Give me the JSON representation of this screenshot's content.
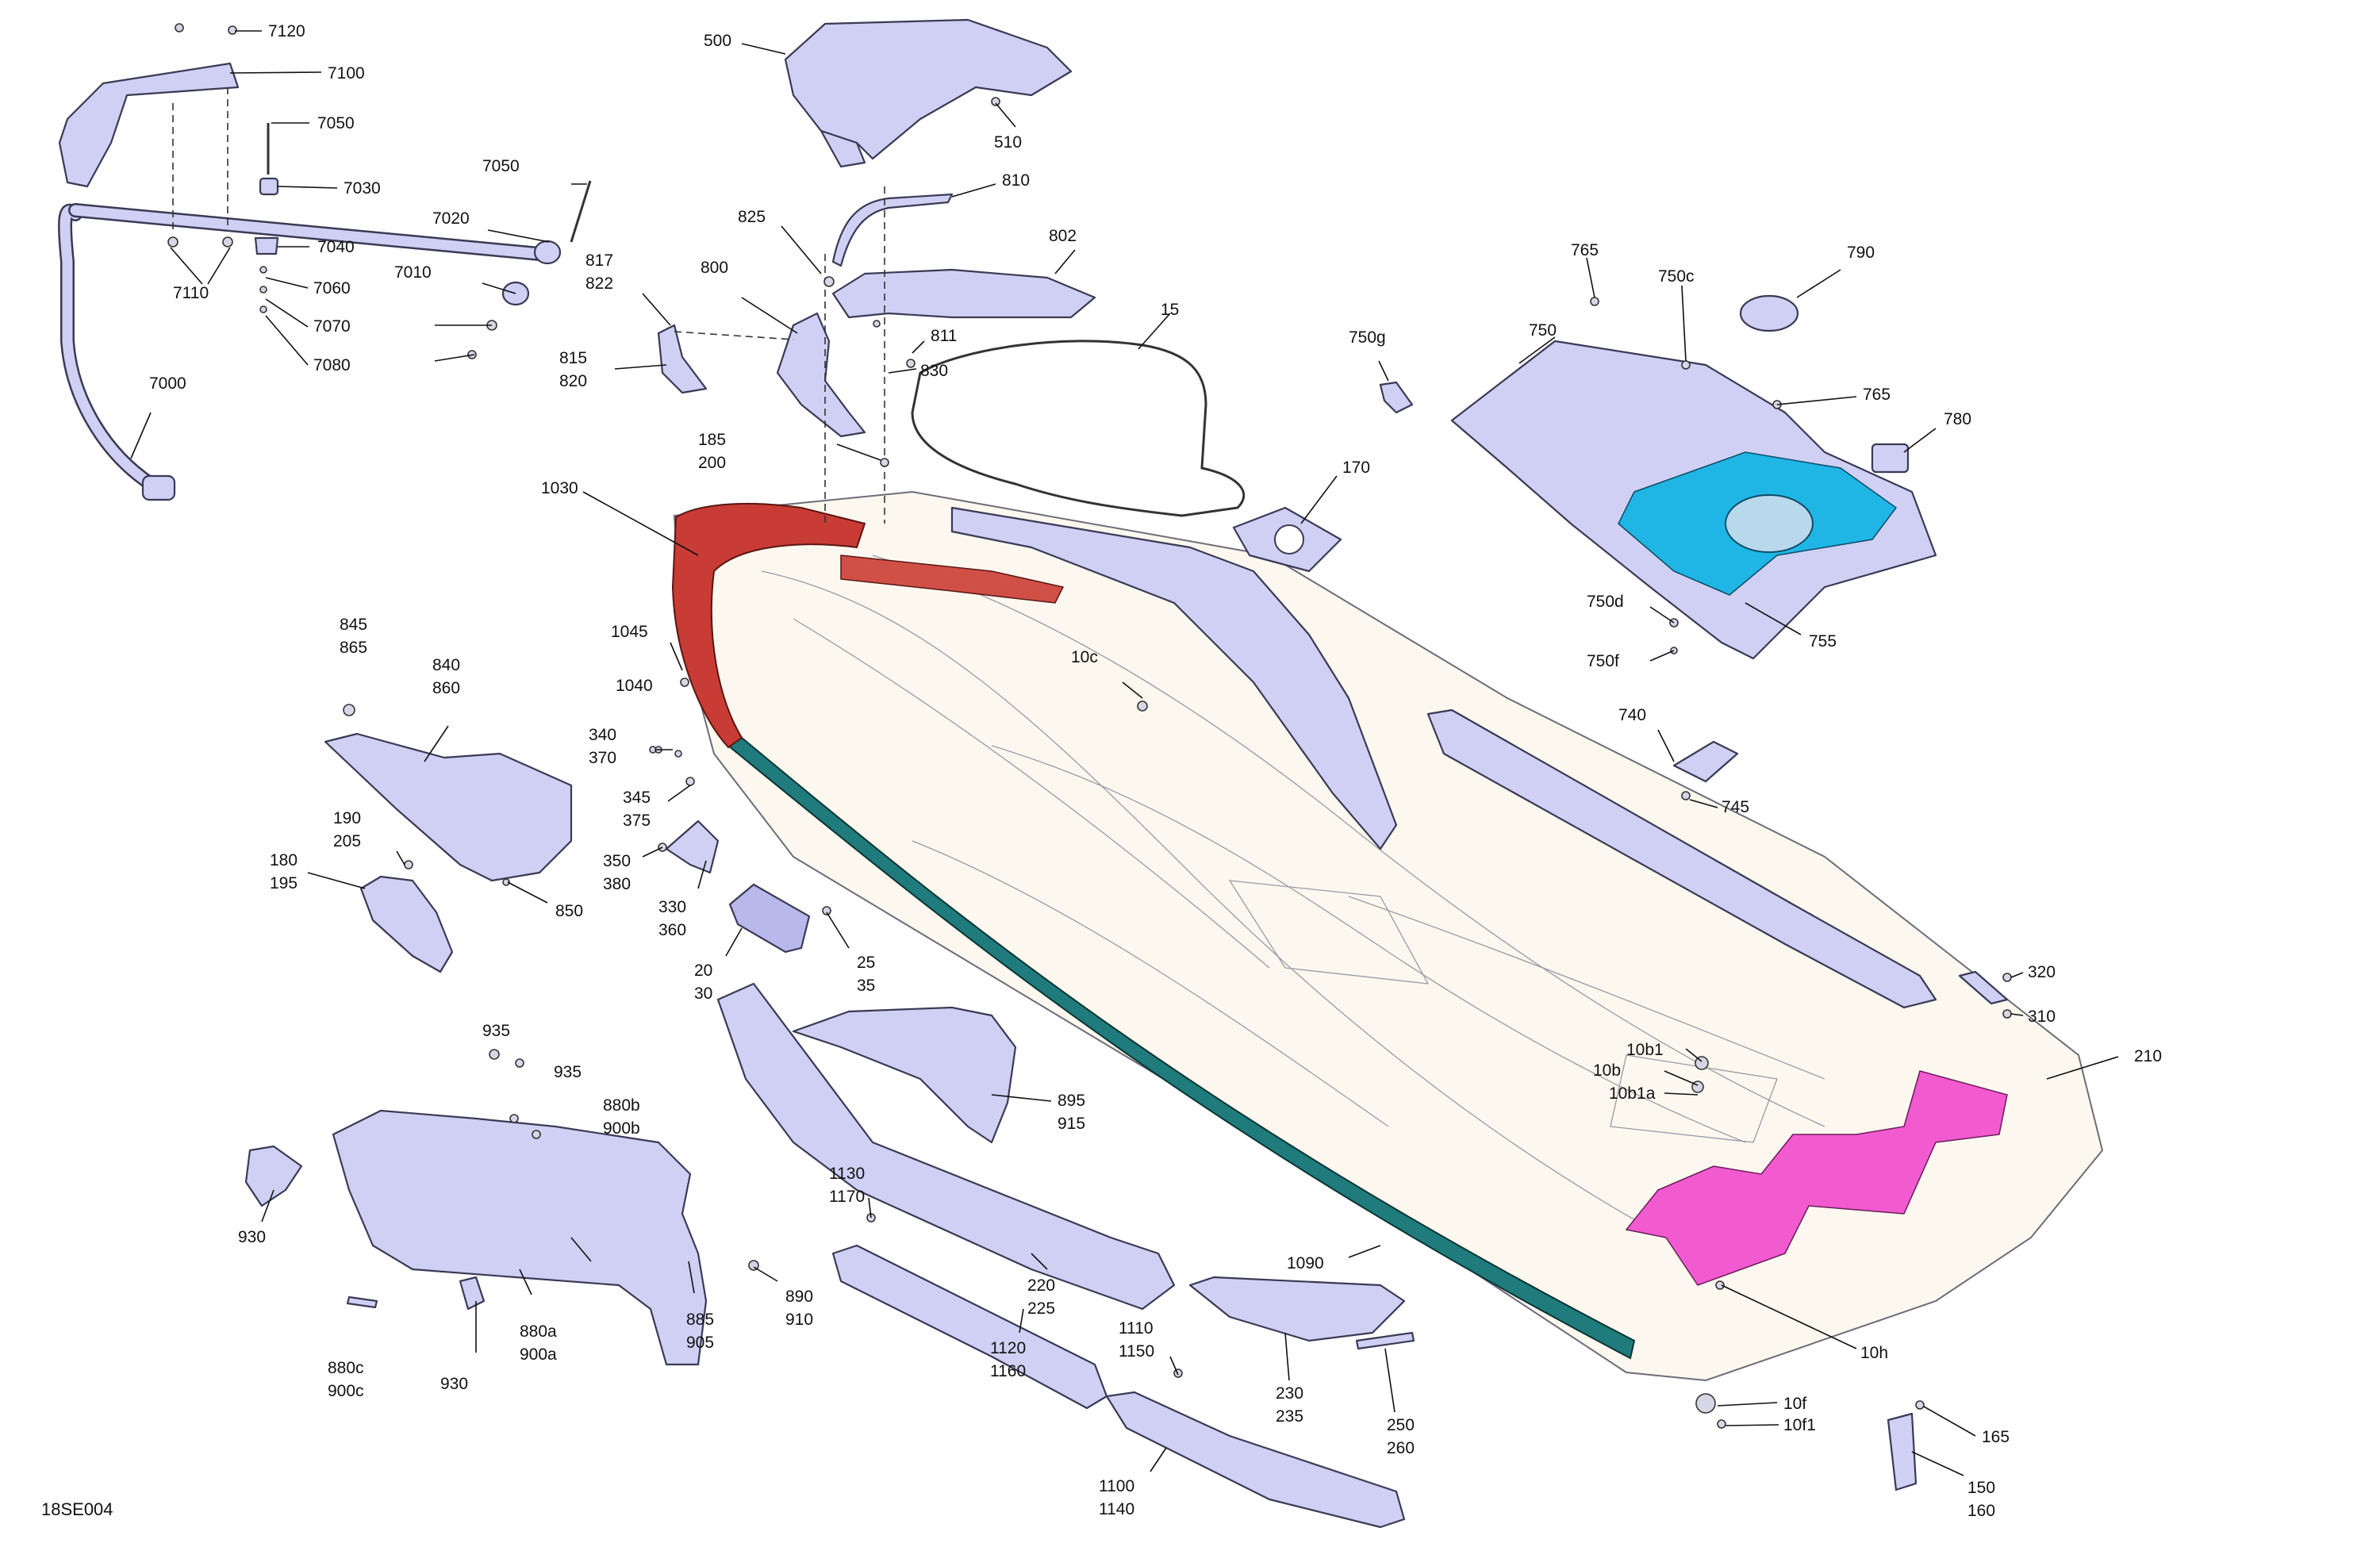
{
  "figure_id": "18SE004",
  "colors": {
    "part_fill": "#cfd0f4",
    "hull_fill": "#fcf8ef",
    "front_bumper_red": "#c83c35",
    "side_rail_teal": "#1f7b7c",
    "floor_mat_blue": "#1fb6e6",
    "rear_mat_magenta": "#f25ad0"
  },
  "labels": {
    "l7120": "7120",
    "l7100": "7100",
    "l7050a": "7050",
    "l7030": "7030",
    "l7050b": "7050",
    "l7020": "7020",
    "l7040": "7040",
    "l7010": "7010",
    "l7110": "7110",
    "l7060": "7060",
    "l7070": "7070",
    "l7080": "7080",
    "l7000": "7000",
    "l500": "500",
    "l510": "510",
    "l810": "810",
    "l825": "825",
    "l802": "802",
    "l817": "817",
    "l822": "822",
    "l800": "800",
    "l811": "811",
    "l830": "830",
    "l815": "815",
    "l820": "820",
    "l15": "15",
    "l185": "185",
    "l200": "200",
    "l170": "170",
    "l765a": "765",
    "l750c": "750c",
    "l790": "790",
    "l750g": "750g",
    "l750": "750",
    "l765b": "765",
    "l780": "780",
    "l750d": "750d",
    "l750f": "750f",
    "l755": "755",
    "l1030": "1030",
    "l1045": "1045",
    "l1040": "1040",
    "l10c": "10c",
    "l845": "845",
    "l865": "865",
    "l840": "840",
    "l860": "860",
    "l340": "340",
    "l370": "370",
    "l345": "345",
    "l375": "375",
    "l190": "190",
    "l205": "205",
    "l180": "180",
    "l195": "195",
    "l350": "350",
    "l380": "380",
    "l850": "850",
    "l330": "330",
    "l360": "360",
    "l20": "20",
    "l30": "30",
    "l25": "25",
    "l35": "35",
    "l740": "740",
    "l745": "745",
    "l320": "320",
    "l310": "310",
    "l210": "210",
    "l10b1": "10b1",
    "l10b": "10b",
    "l10b1a": "10b1a",
    "l935a": "935",
    "l935b": "935",
    "l880b": "880b",
    "l900b": "900b",
    "l895": "895",
    "l915": "915",
    "l930a": "930",
    "l930b": "930",
    "l880c": "880c",
    "l900c": "900c",
    "l880a": "880a",
    "l900a": "900a",
    "l885": "885",
    "l905": "905",
    "l890": "890",
    "l910": "910",
    "l1130": "1130",
    "l1170": "1170",
    "l220": "220",
    "l225": "225",
    "l1090": "1090",
    "l1120": "1120",
    "l1160": "1160",
    "l1110": "1110",
    "l1150": "1150",
    "l230": "230",
    "l235": "235",
    "l250": "250",
    "l260": "260",
    "l1100": "1100",
    "l1140": "1140",
    "l10h": "10h",
    "l10f": "10f",
    "l10f1": "10f1",
    "l165": "165",
    "l150": "150",
    "l160": "160"
  }
}
